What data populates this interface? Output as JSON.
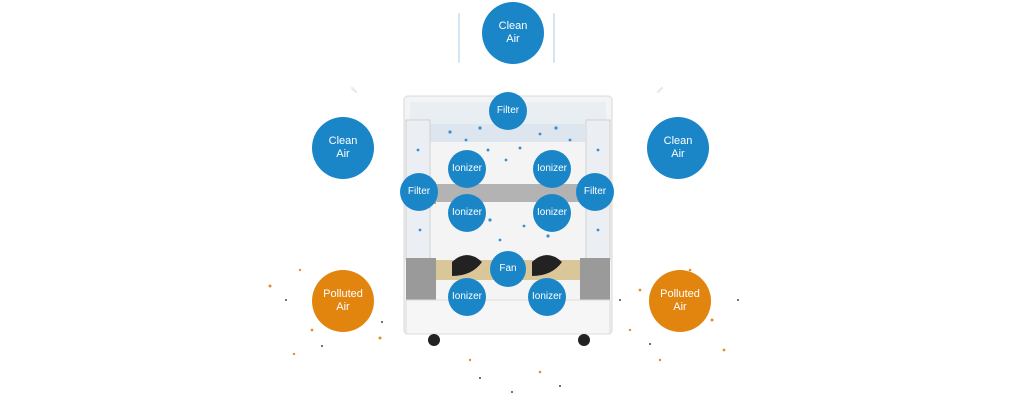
{
  "diagram": {
    "clean_air_label": "Clean\nAir",
    "polluted_air_label": "Polluted\nAir",
    "filter_label": "Filter",
    "ionizer_label": "Ionizer",
    "fan_label": "Fan"
  },
  "colors": {
    "bubble_blue": "#1a86c8",
    "bubble_orange": "#e2850f",
    "particle_blue": "#3a8fd0",
    "particle_orange": "#e0902a",
    "housing": "#f3f3f3"
  }
}
